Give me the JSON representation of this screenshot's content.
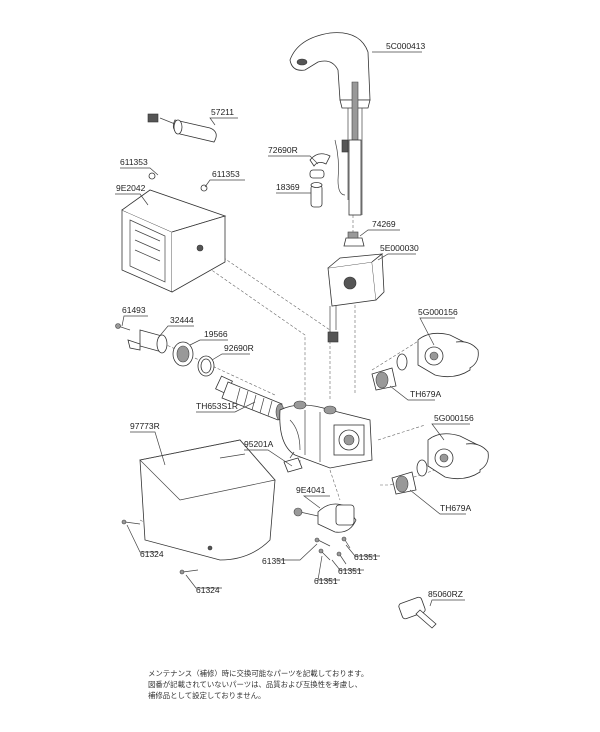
{
  "labels": {
    "p5c000413": "5C000413",
    "p57211": "57211",
    "p611353a": "611353",
    "p611353b": "611353",
    "p9e2042": "9E2042",
    "p72690r": "72690R",
    "p18369": "18369",
    "p74269": "74269",
    "p5e000030": "5E000030",
    "p61493": "61493",
    "p32444": "32444",
    "p19566": "19566",
    "p92690r": "92690R",
    "p5g000156a": "5G000156",
    "pth679a_a": "TH679A",
    "pth653s1r": "TH653S1R",
    "p97773r": "97773R",
    "p95201a": "95201A",
    "p5g000156b": "5G000156",
    "pth679a_b": "TH679A",
    "p9e4041": "9E4041",
    "p61324a": "61324",
    "p61324b": "61324",
    "p61351a": "61351",
    "p61351b": "61351",
    "p61351c": "61351",
    "p61351d": "61351",
    "p85060rz": "85060RZ"
  },
  "note": {
    "line1": "メンテナンス（補修）時に交換可能なパーツを記載しております。",
    "line2": "図番が記載されていないパーツは、品質および互換性を考慮し、",
    "line3": "補修品として設定しておりません。"
  }
}
